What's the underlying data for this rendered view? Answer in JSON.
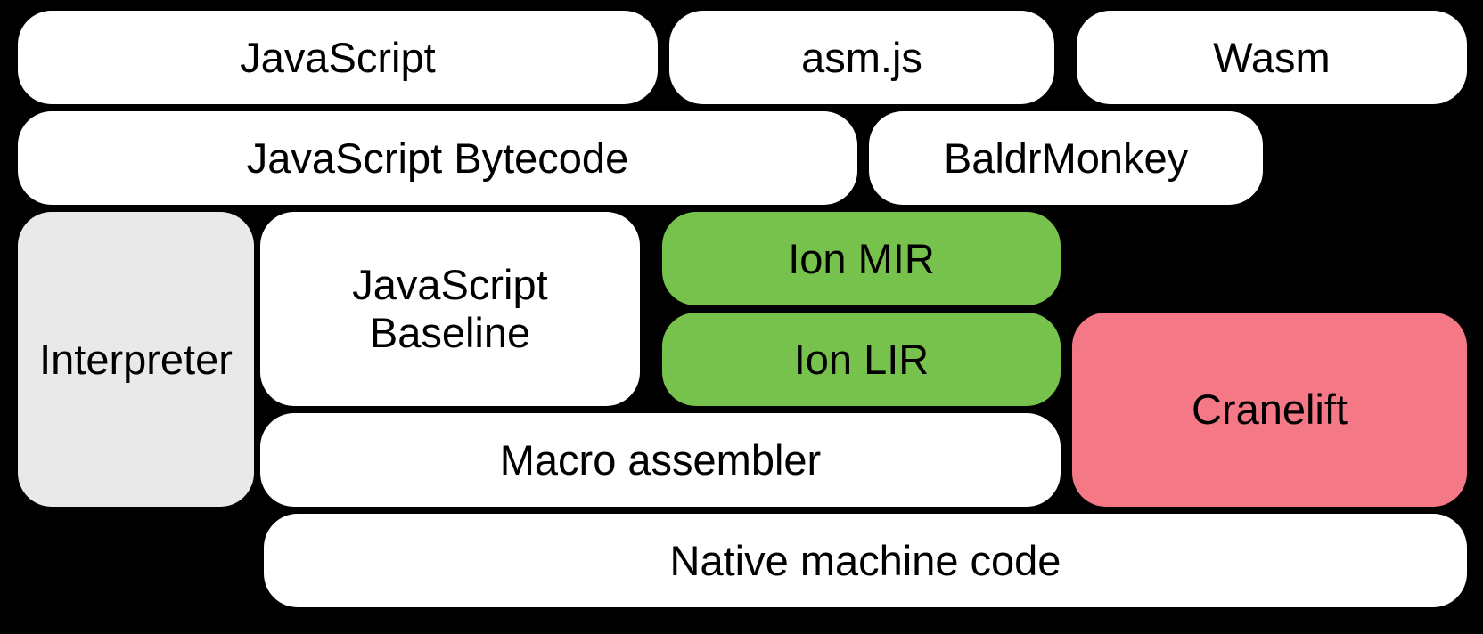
{
  "diagram": {
    "title": "Compiler pipeline block diagram",
    "colors": {
      "background": "#000000",
      "default_box": "#ffffff",
      "interpreter_box": "#e9e9e9",
      "ion_box": "#77c24c",
      "cranelift_box": "#f57887",
      "text": "#000000"
    },
    "boxes": {
      "javascript": {
        "label": "JavaScript"
      },
      "asmjs": {
        "label": "asm.js"
      },
      "wasm": {
        "label": "Wasm"
      },
      "bytecode": {
        "label": "JavaScript Bytecode"
      },
      "baldrmonkey": {
        "label": "BaldrMonkey"
      },
      "interpreter": {
        "label": "Interpreter"
      },
      "baseline": {
        "label_line1": "JavaScript",
        "label_line2": "Baseline"
      },
      "ion_mir": {
        "label": "Ion MIR"
      },
      "ion_lir": {
        "label": "Ion LIR"
      },
      "cranelift": {
        "label": "Cranelift"
      },
      "macro_assembler": {
        "label": "Macro assembler"
      },
      "native": {
        "label": "Native machine code"
      }
    }
  }
}
